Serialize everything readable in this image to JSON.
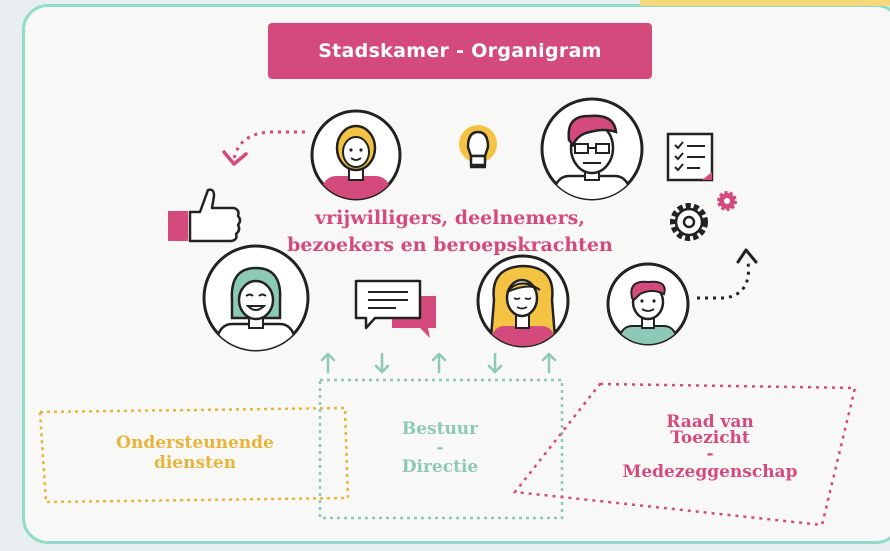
{
  "title": "Stadskamer - Organigram",
  "center": {
    "line1": "vrijwilligers, deelnemers,",
    "line2": "bezoekers en beroepskrachten"
  },
  "boxes": {
    "left": {
      "line1": "Ondersteunende",
      "line2": "diensten"
    },
    "middle": {
      "line1": "Bestuur",
      "line2": "-",
      "line3": "Directie"
    },
    "right": {
      "line1": "Raad van",
      "line2": "Toezicht",
      "line3": "-",
      "line4": "Medezeggenschap"
    }
  },
  "colors": {
    "pink": "#d54a7d",
    "teal": "#8dc9b7",
    "orange": "#e8b43c",
    "frame": "#8fdcc8"
  },
  "icons": [
    "person-female-blonde-icon",
    "lightbulb-icon",
    "person-male-glasses-icon",
    "checklist-icon",
    "thumbs-up-icon",
    "gears-icon",
    "person-female-teal-icon",
    "chat-bubbles-icon",
    "person-female-longhair-icon",
    "person-male-teal-icon"
  ]
}
